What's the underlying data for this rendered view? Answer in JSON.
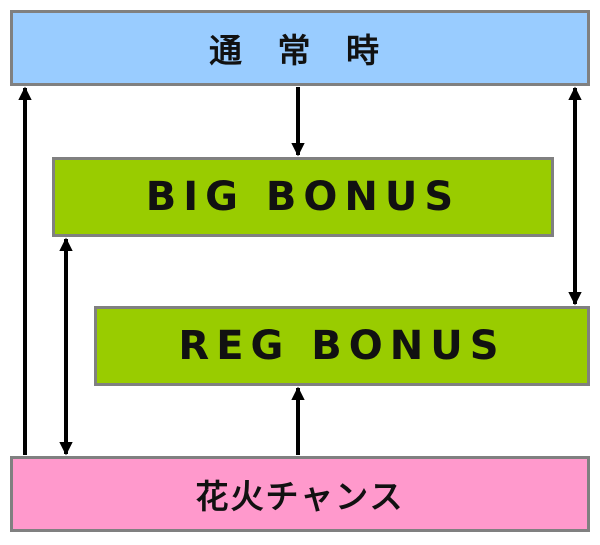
{
  "states": {
    "normal": {
      "label": "通 常 時",
      "color": "#99ccff"
    },
    "big_bonus": {
      "label": "BIG BONUS",
      "color": "#99cc00"
    },
    "reg_bonus": {
      "label": "REG BONUS",
      "color": "#99cc00"
    },
    "hanabi_chance": {
      "label": "花火チャンス",
      "color": "#ff99cc"
    }
  },
  "transitions": [
    {
      "from": "normal",
      "to": "big_bonus"
    },
    {
      "from": "big_bonus",
      "to": "hanabi_chance",
      "bidirectional": true
    },
    {
      "from": "normal",
      "to": "reg_bonus",
      "bidirectional": true
    },
    {
      "from": "hanabi_chance",
      "to": "reg_bonus"
    },
    {
      "from": "hanabi_chance",
      "to": "normal"
    }
  ],
  "colors": {
    "border": "#808080",
    "arrow": "#000000"
  }
}
